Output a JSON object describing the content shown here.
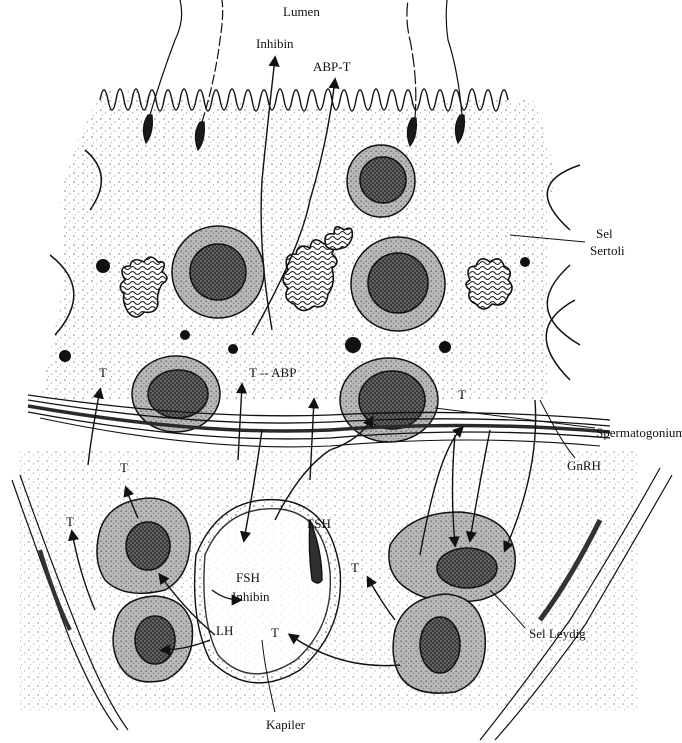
{
  "labels": {
    "lumen": "Lumen",
    "inhibin_top": "Inhibin",
    "abp_t": "ABP-T",
    "sel": "Sel",
    "sertoli": "Sertoli",
    "t_left": "T",
    "t_abp": "T -- ABP",
    "t_right": "T",
    "spermatogonium": "Spermatogonium",
    "gnrh": "GnRH",
    "t_leydig_top": "T",
    "t_leydig_left": "T",
    "fsh_mid": "FSH",
    "fsh_cap": "FSH",
    "inhibin_cap": "Inhibin",
    "t_mid_right": "T",
    "lh": "LH",
    "t_cap": "T",
    "sel_leydig": "Sel Leydig",
    "kapiler": "Kapiler"
  },
  "colors": {
    "ink": "#111111",
    "cell_fill": "#bdbdbd",
    "nucleus": "#2e2e2e",
    "stipple": "#7a7a7a",
    "background": "#ffffff"
  }
}
